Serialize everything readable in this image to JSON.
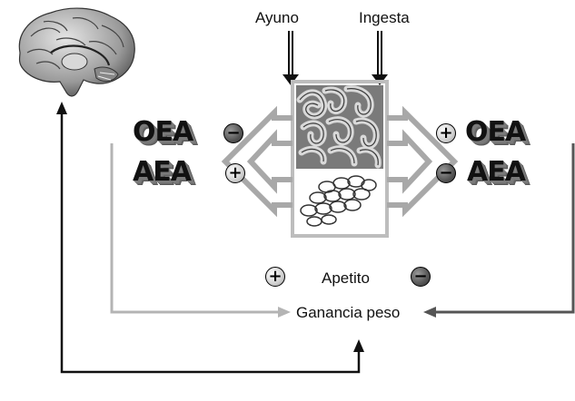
{
  "inputs": {
    "fasting": "Ayuno",
    "intake": "Ingesta"
  },
  "left_block": {
    "oea": "OEA",
    "oea_sign": "−",
    "aea": "AEA",
    "aea_sign": "+"
  },
  "right_block": {
    "oea": "OEA",
    "oea_sign": "+",
    "aea": "AEA",
    "aea_sign": "−"
  },
  "appetite": {
    "label": "Apetito",
    "left_sign": "+",
    "right_sign": "−"
  },
  "outcome": {
    "label": "Ganancia peso"
  },
  "colors": {
    "light_arrow": "#b4b4b4",
    "dark_arrow": "#555555",
    "black_arrow": "#111111"
  },
  "images": [
    "brain-illustration",
    "intestine-photo",
    "adipose-tissue-illustration"
  ]
}
